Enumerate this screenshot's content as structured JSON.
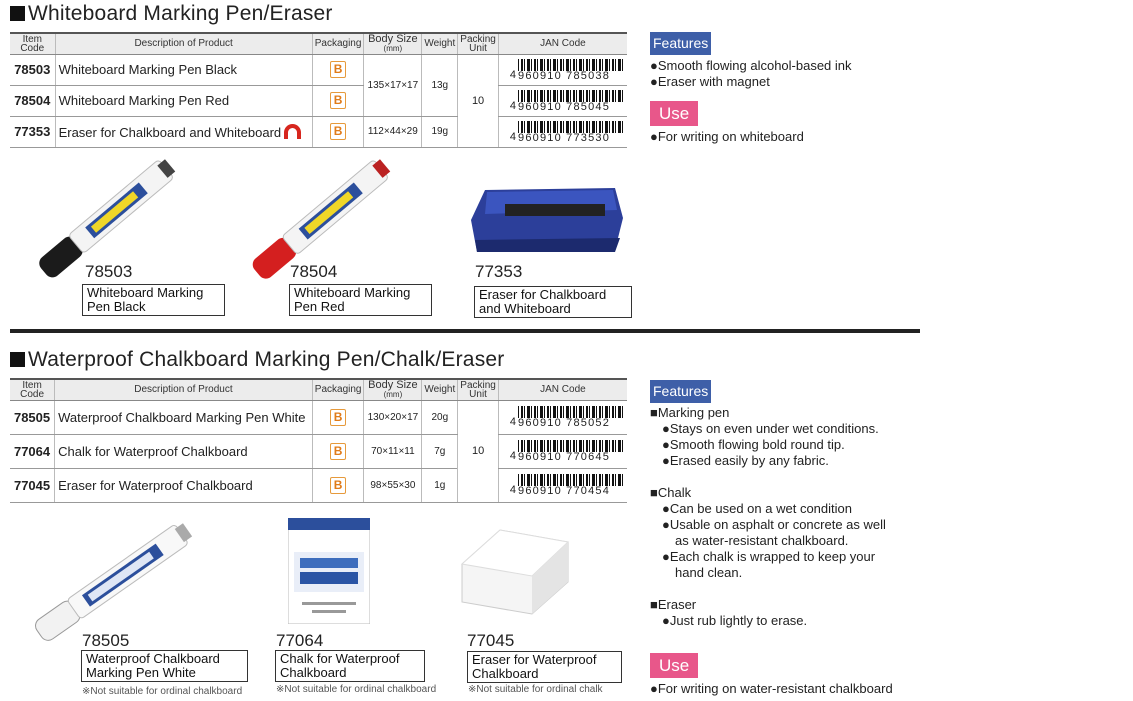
{
  "section1": {
    "title": "Whiteboard Marking Pen/Eraser",
    "headers": {
      "item_code": "Item Code",
      "description": "Description of Product",
      "packaging": "Packaging",
      "body_size": "Body Size",
      "body_size_unit": "(mm)",
      "weight": "Weight",
      "packing_unit": "Packing Unit",
      "jan": "JAN Code"
    },
    "rows": [
      {
        "code": "78503",
        "desc": "Whiteboard Marking Pen Black",
        "pkg": "B",
        "jan_lead": "4",
        "jan_digits": "960910 785038"
      },
      {
        "code": "78504",
        "desc": "Whiteboard Marking Pen Red",
        "pkg": "B",
        "jan_lead": "4",
        "jan_digits": "960910 785045"
      },
      {
        "code": "77353",
        "desc": "Eraser for Chalkboard and Whiteboard",
        "pkg": "B",
        "size": "112×44×29",
        "weight": "19g",
        "jan_lead": "4",
        "jan_digits": "960910 773530"
      }
    ],
    "pen_size": "135×17×17",
    "pen_weight": "13g",
    "packing_unit": "10",
    "features_label": "Features",
    "features": [
      "●Smooth flowing alcohol-based ink",
      "●Eraser with magnet"
    ],
    "use_label": "Use",
    "use": [
      "●For writing on whiteboard"
    ],
    "products": [
      {
        "code": "78503",
        "name1": "Whiteboard Marking",
        "name2": "Pen Black"
      },
      {
        "code": "78504",
        "name1": "Whiteboard Marking",
        "name2": "Pen Red"
      },
      {
        "code": "77353",
        "name1": "Eraser for Chalkboard",
        "name2": "and Whiteboard"
      }
    ]
  },
  "section2": {
    "title": "Waterproof Chalkboard Marking Pen/Chalk/Eraser",
    "headers": {
      "item_code": "Item Code",
      "description": "Description of Product",
      "packaging": "Packaging",
      "body_size": "Body Size",
      "body_size_unit": "(mm)",
      "weight": "Weight",
      "packing_unit": "Packing Unit",
      "jan": "JAN Code"
    },
    "rows": [
      {
        "code": "78505",
        "desc": "Waterproof Chalkboard Marking Pen White",
        "pkg": "B",
        "size": "130×20×17",
        "weight": "20g",
        "jan_lead": "4",
        "jan_digits": "960910 785052"
      },
      {
        "code": "77064",
        "desc": "Chalk for Waterproof Chalkboard",
        "pkg": "B",
        "size": "70×11×11",
        "weight": "7g",
        "jan_lead": "4",
        "jan_digits": "960910 770645"
      },
      {
        "code": "77045",
        "desc": "Eraser for Waterproof Chalkboard",
        "pkg": "B",
        "size": "98×55×30",
        "weight": "1g",
        "jan_lead": "4",
        "jan_digits": "960910 770454"
      }
    ],
    "packing_unit": "10",
    "features_label": "Features",
    "features": [
      "■Marking pen",
      "●Stays on even under wet conditions.",
      "●Smooth flowing bold round tip.",
      "●Erased easily by any fabric.",
      "",
      "■Chalk",
      "●Can be used on a wet condition",
      "●Usable on asphalt or concrete as well",
      "as water-resistant chalkboard.",
      "●Each chalk is wrapped to keep your",
      "hand clean.",
      "",
      "■Eraser",
      "●Just rub lightly to erase."
    ],
    "use_label": "Use",
    "use": [
      "●For writing on water-resistant chalkboard"
    ],
    "products": [
      {
        "code": "78505",
        "name1": "Waterproof Chalkboard",
        "name2": "Marking Pen White",
        "note": "※Not suitable for ordinal chalkboard"
      },
      {
        "code": "77064",
        "name1": "Chalk for Waterproof",
        "name2": "Chalkboard",
        "note": "※Not suitable for ordinal chalkboard"
      },
      {
        "code": "77045",
        "name1": "Eraser for Waterproof",
        "name2": "Chalkboard",
        "note": "※Not suitable for ordinal chalk"
      }
    ]
  },
  "colors": {
    "features_bg": "#3e5fa8",
    "use_bg": "#e8578a",
    "packaging_icon": "#e07b18",
    "magnet": "#d7261e"
  }
}
